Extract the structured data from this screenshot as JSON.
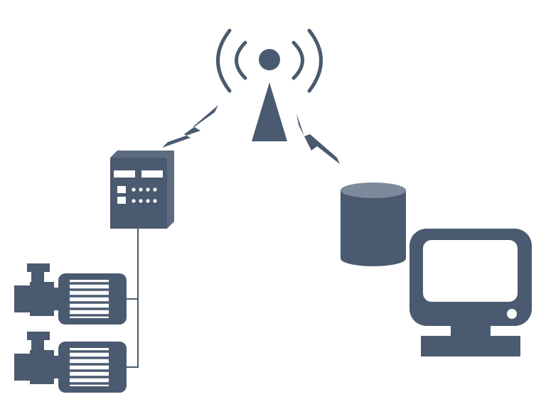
{
  "diagram": {
    "nodes": [
      {
        "id": "antenna",
        "icon": "radio-tower-icon"
      },
      {
        "id": "control-cabinet",
        "icon": "control-cabinet-icon"
      },
      {
        "id": "pump-1",
        "icon": "pump-motor-icon"
      },
      {
        "id": "pump-2",
        "icon": "pump-motor-icon"
      },
      {
        "id": "database",
        "icon": "database-cylinder-icon"
      },
      {
        "id": "monitor",
        "icon": "computer-monitor-icon"
      }
    ],
    "links": [
      {
        "from": "control-cabinet",
        "to": "antenna",
        "type": "wireless"
      },
      {
        "from": "antenna",
        "to": "database",
        "type": "wireless"
      },
      {
        "from": "control-cabinet",
        "to": "pump-1",
        "type": "wired"
      },
      {
        "from": "control-cabinet",
        "to": "pump-2",
        "type": "wired"
      }
    ]
  },
  "colors": {
    "icon": "#4a5a70",
    "icon_dark": "#3a475a",
    "icon_side": "#5c6b80",
    "highlight": "#ffffff",
    "db_top": "#7d8a9c",
    "background": "#ffffff"
  }
}
